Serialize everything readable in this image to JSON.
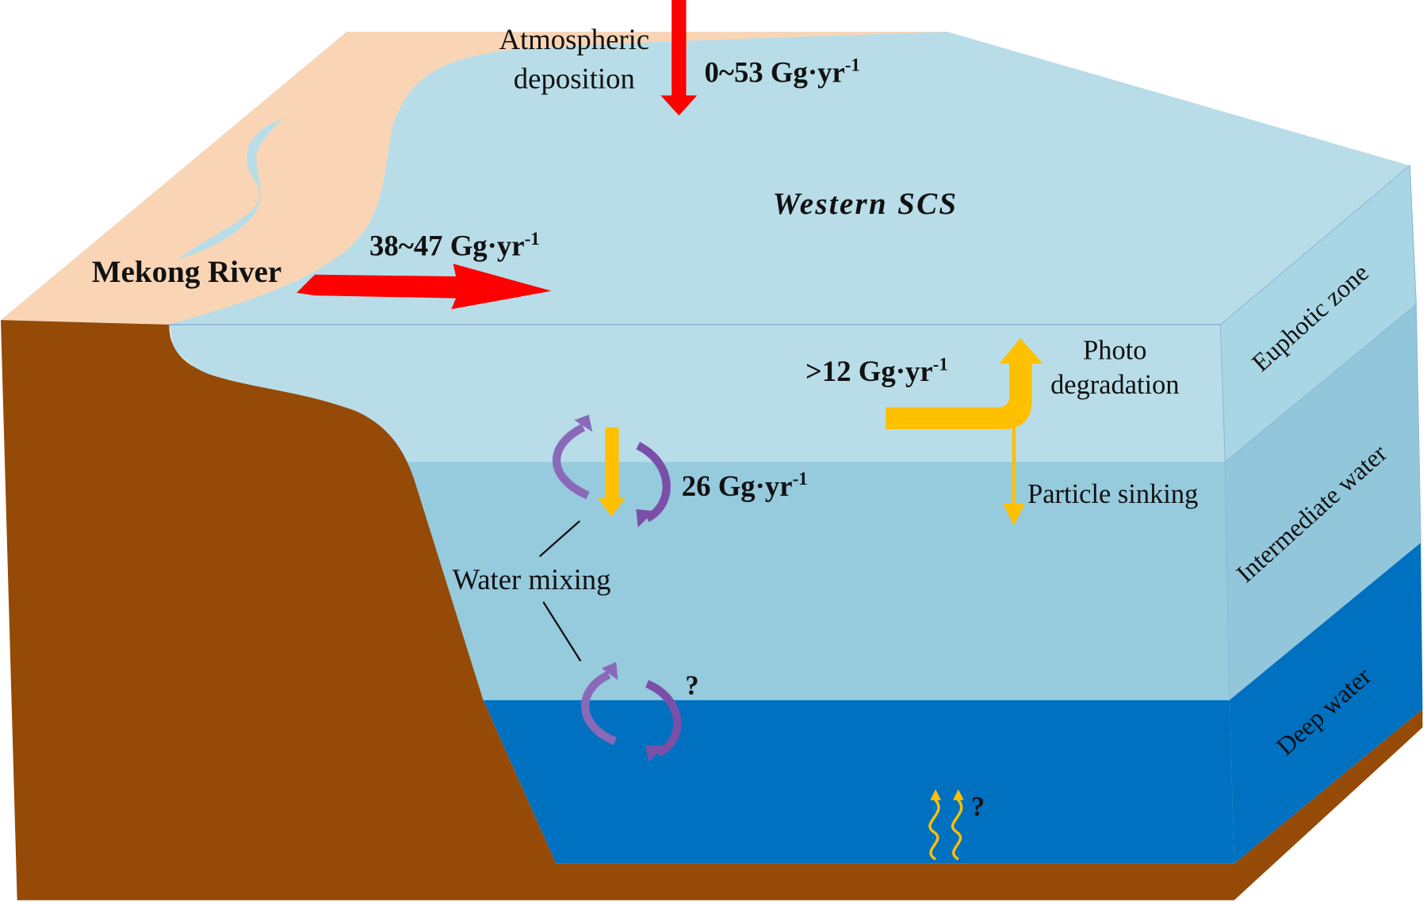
{
  "labels": {
    "atmospheric": "Atmospheric",
    "deposition": "deposition",
    "atm_flux": "0~53 Gg·yr",
    "atm_flux_sup": "-1",
    "region": "Western SCS",
    "river": "Mekong River",
    "river_flux": "38~47 Gg·yr",
    "river_flux_sup": "-1",
    "photo_flux": ">12 Gg·yr",
    "photo_flux_sup": "-1",
    "photo": "Photo",
    "degradation": "degradation",
    "mixing_flux": "26 Gg·yr",
    "mixing_flux_sup": "-1",
    "particle_sinking": "Particle sinking",
    "water_mixing": "Water mixing",
    "question_mixing": "?",
    "question_seafloor": "?",
    "zone_euphotic": "Euphotic zone",
    "zone_intermediate": "Intermediate water",
    "zone_deep": "Deep water"
  },
  "colors": {
    "land": "#F9D5B5",
    "sea_surface": "#B8DDE8",
    "euphotic": "#B8DDE8",
    "intermediate": "#96CADD",
    "deep": "#0070C0",
    "sediment": "#954A08",
    "input_arrow": "#FF0000",
    "removal_arrow": "#FFC000",
    "mixing_arrow": "#7A4FA8"
  }
}
